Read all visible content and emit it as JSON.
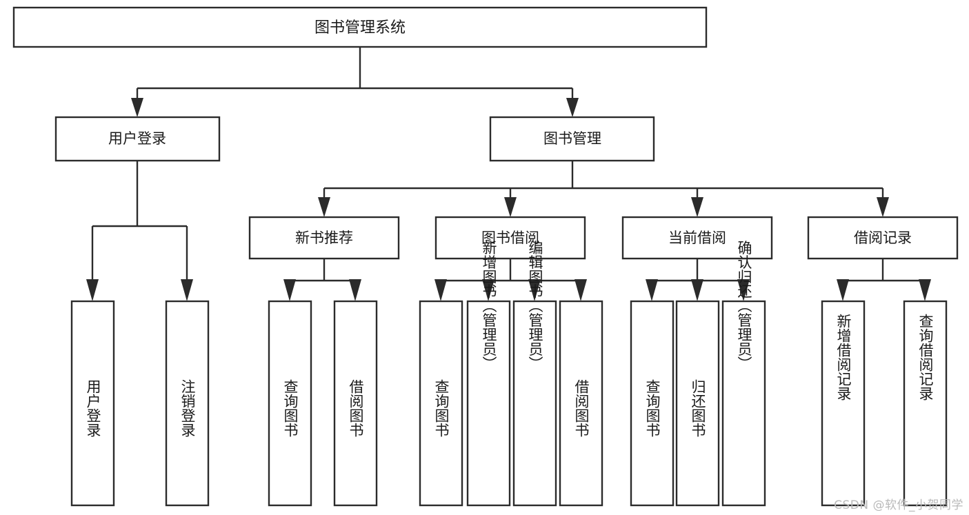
{
  "diagram": {
    "type": "tree-hierarchy-chart",
    "title_node": {
      "label": "图书管理系统"
    },
    "level2": [
      {
        "id": "user-login",
        "label": "用户登录"
      },
      {
        "id": "book-management",
        "label": "图书管理"
      }
    ],
    "level3": [
      {
        "id": "new-book-recommend",
        "label": "新书推荐",
        "parent": "book-management"
      },
      {
        "id": "book-borrow",
        "label": "图书借阅",
        "parent": "book-management"
      },
      {
        "id": "current-borrow",
        "label": "当前借阅",
        "parent": "book-management"
      },
      {
        "id": "borrow-record",
        "label": "借阅记录",
        "parent": "book-management"
      }
    ],
    "leaves": {
      "user-login": [
        {
          "id": "leaf-user-login",
          "label": "用户登录"
        },
        {
          "id": "leaf-user-logout",
          "label": "注销登录"
        }
      ],
      "new-book-recommend": [
        {
          "id": "leaf-query-book-1",
          "label": "查询图书"
        },
        {
          "id": "leaf-borrow-book-1",
          "label": "借阅图书"
        }
      ],
      "book-borrow": [
        {
          "id": "leaf-query-book-2",
          "label": "查询图书"
        },
        {
          "id": "leaf-add-book",
          "label": "新增图书（管理员）"
        },
        {
          "id": "leaf-edit-book",
          "label": "编辑图书（管理员）"
        },
        {
          "id": "leaf-borrow-book-2",
          "label": "借阅图书"
        }
      ],
      "current-borrow": [
        {
          "id": "leaf-query-book-3",
          "label": "查询图书"
        },
        {
          "id": "leaf-return-book",
          "label": "归还图书"
        },
        {
          "id": "leaf-confirm-return",
          "label": "确认归还（管理员）"
        }
      ],
      "borrow-record": [
        {
          "id": "leaf-add-record",
          "label": "新增借阅记录"
        },
        {
          "id": "leaf-query-record",
          "label": "查询借阅记录"
        }
      ]
    },
    "colors": {
      "stroke": "#2b2b2b",
      "fill": "#ffffff",
      "text": "#1a1a1a",
      "watermark": "#b9b9b9"
    }
  },
  "watermark": {
    "text": "CSDN @软件_小贺同学"
  }
}
